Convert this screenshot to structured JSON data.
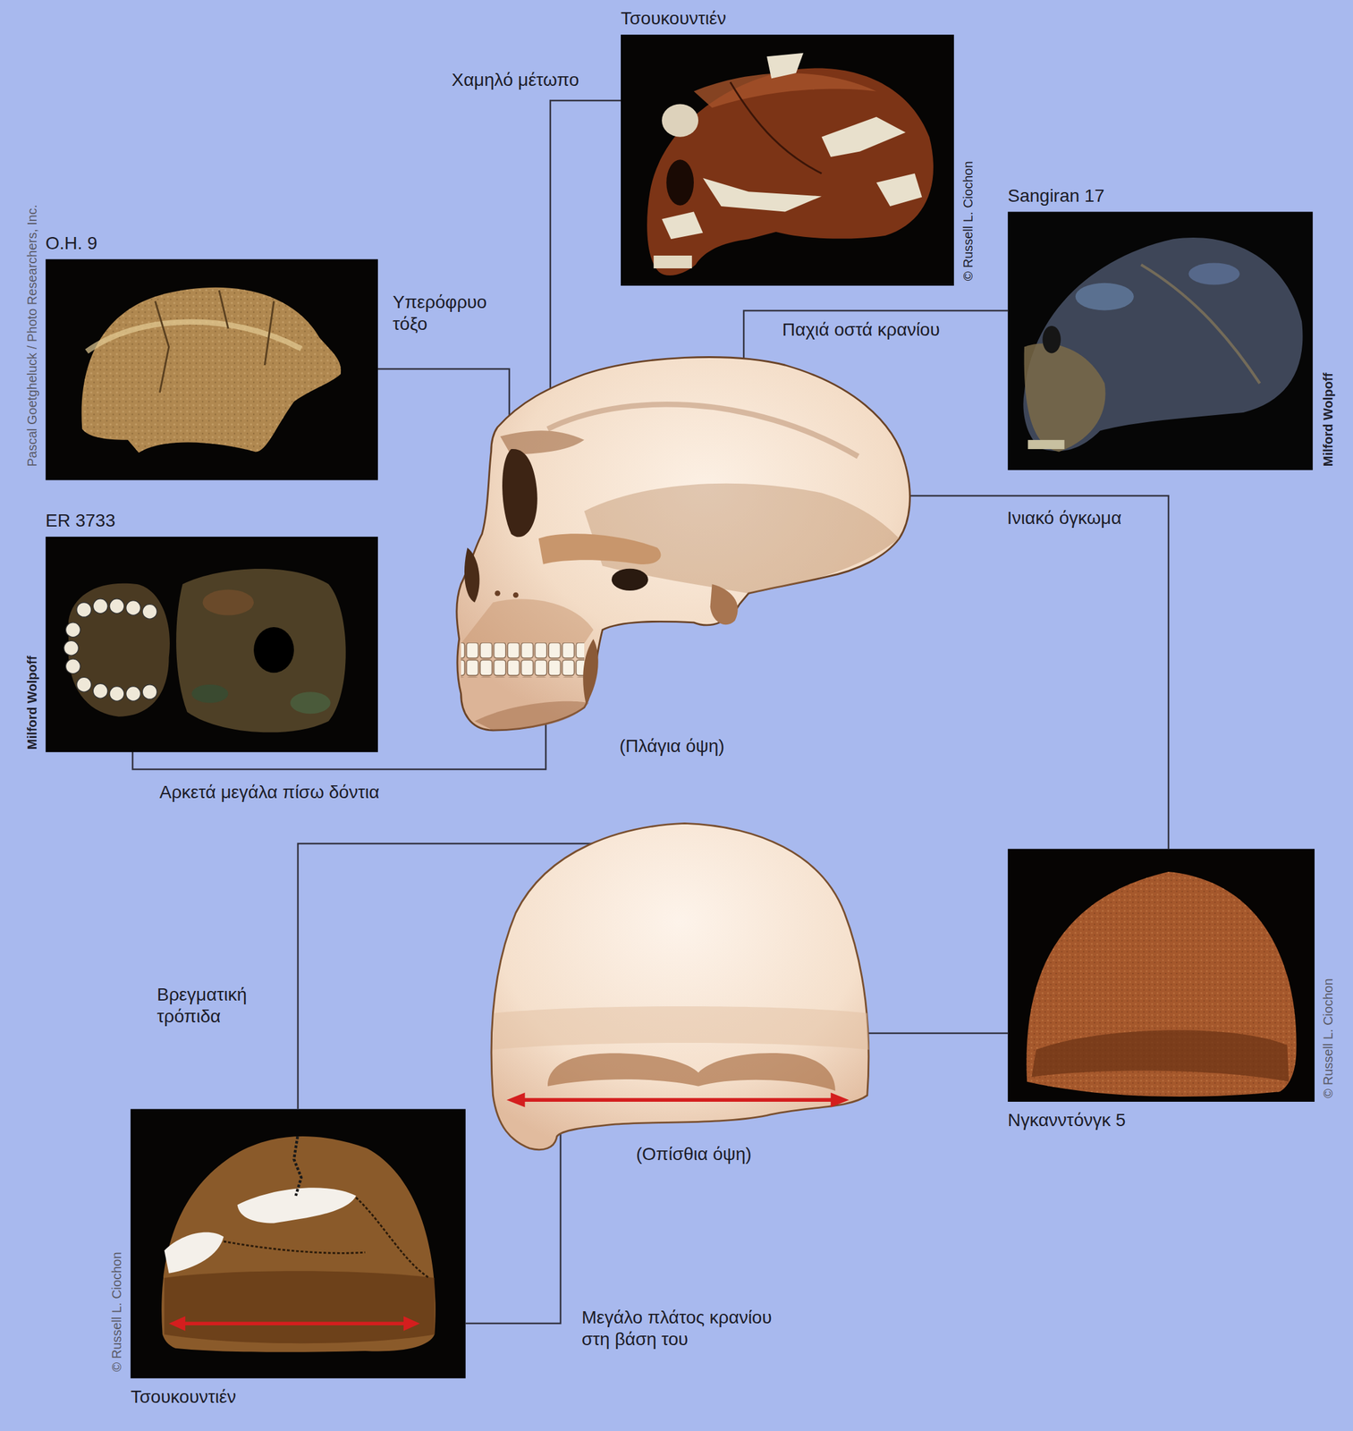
{
  "diagram": {
    "nodes": [
      {
        "text": [
          "Τσουκουντιέν"
        ]
      },
      {
        "text": [
          "Sangiran 17"
        ]
      },
      {
        "text": [
          "O.H. 9"
        ]
      },
      {
        "text": [
          "(Πλάγια όψη)"
        ]
      },
      {
        "text": [
          "ER 3733"
        ]
      },
      {
        "text": [
          "(Οπίσθια όψη)"
        ]
      },
      {
        "text": [
          "Νγκανντόνγκ 5"
        ]
      },
      {
        "text": [
          "Τσουκουντιέν"
        ]
      }
    ],
    "edges": [
      {
        "from": 0,
        "to": 3,
        "label": "Χαμηλό μέτωπο",
        "arrow": "none"
      },
      {
        "from": 2,
        "to": 3,
        "label": "Υπερόφρυο τόξο",
        "arrow": "none"
      },
      {
        "from": 1,
        "to": 3,
        "label": "Παχιά οστά κρανίου",
        "arrow": "none"
      },
      {
        "from": 6,
        "to": 3,
        "label": "Ινιακό όγκωμα",
        "arrow": "none"
      },
      {
        "from": 4,
        "to": 3,
        "label": "Αρκετά μεγάλα πίσω δόντια",
        "arrow": "none"
      },
      {
        "from": 6,
        "to": 5,
        "arrow": "none"
      },
      {
        "from": 7,
        "to": 5,
        "label": "Βρεγματική τρόπιδα",
        "arrow": "none"
      },
      {
        "from": 7,
        "to": 5,
        "label": "Μεγάλο πλάτος κρανίου στη βάση του",
        "arrow": "none"
      }
    ],
    "labels": [
      "© Russell L. Ciochon",
      "Milford Wolpoff",
      "Pascal Goetgheluck / Photo Researchers, Inc.",
      "Milford Wolpoff",
      "© Russell L. Ciochon",
      "© Russell L. Ciochon"
    ]
  }
}
